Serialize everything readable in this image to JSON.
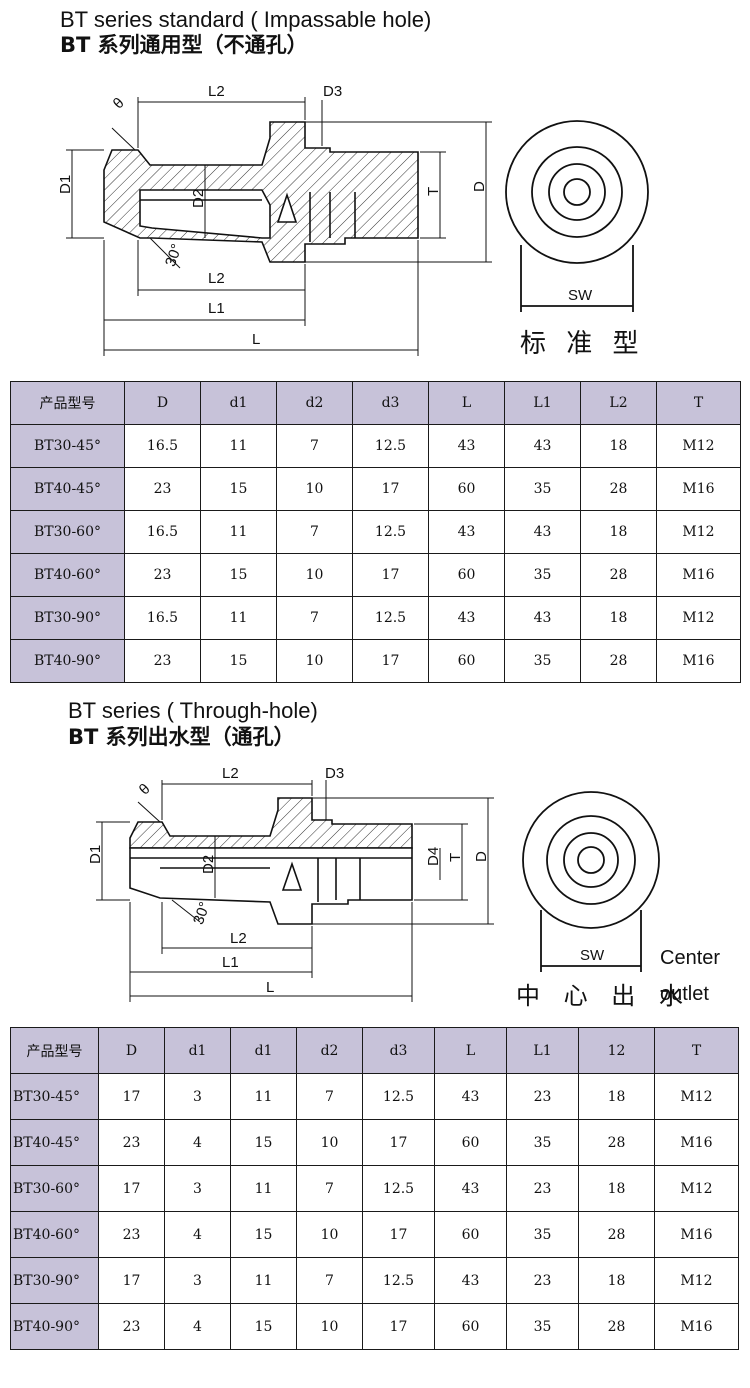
{
  "section1": {
    "title_en": "BT series standard ( Impassable hole)",
    "title_cn": "BT 系列通用型（不通孔）",
    "drawing": {
      "labels": [
        "θ",
        "L2",
        "D3",
        "D1",
        "D2",
        "T",
        "D",
        "30°",
        "L2",
        "L1",
        "L",
        "SW"
      ],
      "caption": "标 准 型"
    },
    "table": {
      "headers": [
        "产品型号",
        "D",
        "d1",
        "d2",
        "d3",
        "L",
        "L1",
        "L2",
        "T"
      ],
      "rows": [
        [
          "BT30-45°",
          "16.5",
          "11",
          "7",
          "12.5",
          "43",
          "43",
          "18",
          "M12"
        ],
        [
          "BT40-45°",
          "23",
          "15",
          "10",
          "17",
          "60",
          "35",
          "28",
          "M16"
        ],
        [
          "BT30-60°",
          "16.5",
          "11",
          "7",
          "12.5",
          "43",
          "43",
          "18",
          "M12"
        ],
        [
          "BT40-60°",
          "23",
          "15",
          "10",
          "17",
          "60",
          "35",
          "28",
          "M16"
        ],
        [
          "BT30-90°",
          "16.5",
          "11",
          "7",
          "12.5",
          "43",
          "43",
          "18",
          "M12"
        ],
        [
          "BT40-90°",
          "23",
          "15",
          "10",
          "17",
          "60",
          "35",
          "28",
          "M16"
        ]
      ]
    }
  },
  "section2": {
    "title_en": "BT series ( Through-hole)",
    "title_cn": "BT 系列出水型（通孔）",
    "drawing": {
      "labels": [
        "θ",
        "L2",
        "D3",
        "D1",
        "D2",
        "D4",
        "T",
        "D",
        "30°",
        "L2",
        "L1",
        "L",
        "SW"
      ],
      "caption": "中 心 出 水",
      "note_line1": "Center",
      "note_line2": "outlet"
    },
    "table": {
      "headers": [
        "产品型号",
        "D",
        "d1",
        "d1",
        "d2",
        "d3",
        "L",
        "L1",
        "12",
        "T"
      ],
      "rows": [
        [
          "BT30-45°",
          "17",
          "3",
          "11",
          "7",
          "12.5",
          "43",
          "23",
          "18",
          "M12"
        ],
        [
          "BT40-45°",
          "23",
          "4",
          "15",
          "10",
          "17",
          "60",
          "35",
          "28",
          "M16"
        ],
        [
          "BT30-60°",
          "17",
          "3",
          "11",
          "7",
          "12.5",
          "43",
          "23",
          "18",
          "M12"
        ],
        [
          "BT40-60°",
          "23",
          "4",
          "15",
          "10",
          "17",
          "60",
          "35",
          "28",
          "M16"
        ],
        [
          "BT30-90°",
          "17",
          "3",
          "11",
          "7",
          "12.5",
          "43",
          "23",
          "18",
          "M12"
        ],
        [
          "BT40-90°",
          "23",
          "4",
          "15",
          "10",
          "17",
          "60",
          "35",
          "28",
          "M16"
        ]
      ]
    }
  }
}
